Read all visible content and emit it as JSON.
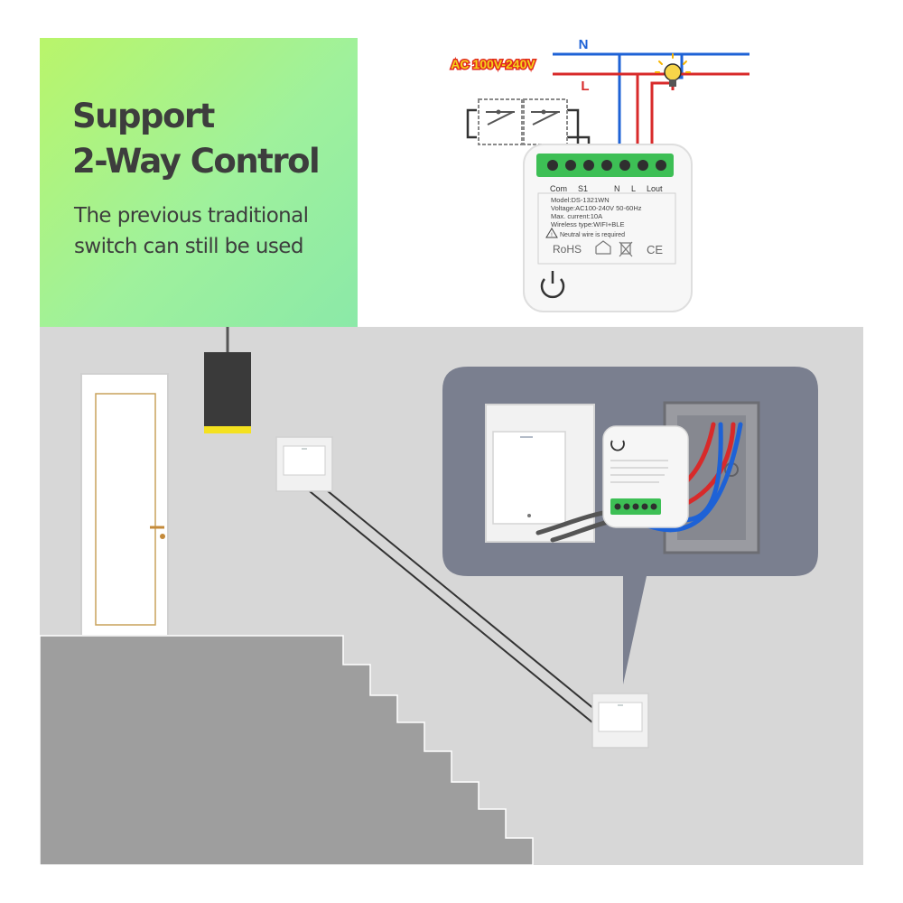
{
  "headline": {
    "line1": "Support",
    "line2": "2-Way Control"
  },
  "subtext": {
    "line1": "The previous traditional",
    "line2": "switch can still be used"
  },
  "wiring": {
    "voltage": "AC 100V-240V",
    "neutral": "N",
    "live": "L",
    "colors": {
      "neutral": "#1e62d6",
      "live": "#d82a2a",
      "switch_leg": "#333333",
      "voltage_fill": "#f4d21a",
      "voltage_stroke": "#e2291d"
    }
  },
  "device": {
    "terminal_labels": [
      "Com",
      "S1",
      "N",
      "L",
      "Lout"
    ],
    "label_lines": [
      "Model:DS-1321WN",
      "Voltage:AC100-240V  50-60Hz",
      "Max. current:10A",
      "Wireless type:WIFI+BLE"
    ],
    "warning": "Neutral wire is required",
    "rohs": "RoHS",
    "ce": "CE"
  },
  "scene": {
    "colors": {
      "wall": "#d7d7d7",
      "stairs": "#9e9e9e",
      "callout": "#7a7f8f",
      "lamp_glow": "#f4e11f"
    }
  },
  "icons": [
    "bulb-icon",
    "power-button-icon",
    "warning-icon",
    "recycle-bin-icon"
  ]
}
